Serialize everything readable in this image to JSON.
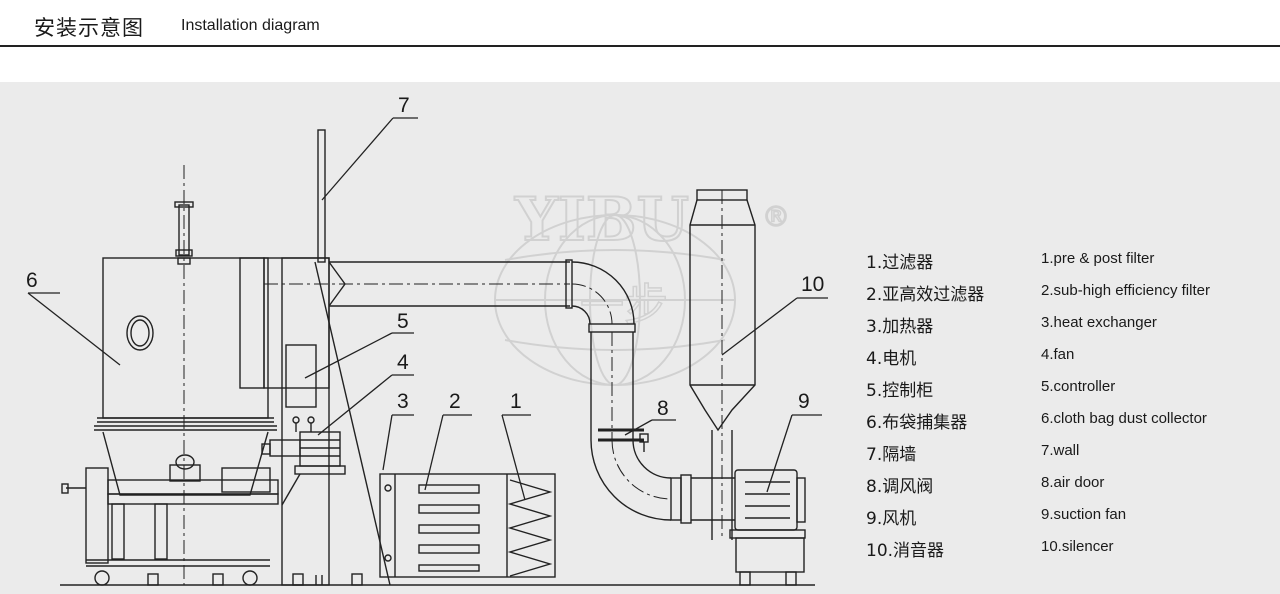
{
  "header": {
    "title_cn": "安装示意图",
    "title_en": "Installation diagram"
  },
  "watermark": {
    "text": "YIBU",
    "registered_mark": "®",
    "logo_char": "一步"
  },
  "callouts": [
    "1",
    "2",
    "3",
    "4",
    "5",
    "6",
    "7",
    "8",
    "9",
    "10"
  ],
  "legend": [
    {
      "cn": "1.过滤器",
      "en": "1.pre & post filter"
    },
    {
      "cn": "2.亚高效过滤器",
      "en": "2.sub-high efficiency filter"
    },
    {
      "cn": "3.加热器",
      "en": "3.heat exchanger"
    },
    {
      "cn": "4.电机",
      "en": "4.fan"
    },
    {
      "cn": "5.控制柜",
      "en": "5.controller"
    },
    {
      "cn": "6.布袋捕集器",
      "en": "6.cloth bag dust collector"
    },
    {
      "cn": "7.隔墙",
      "en": "7.wall"
    },
    {
      "cn": "8.调风阀",
      "en": "8.air door"
    },
    {
      "cn": "9.风机",
      "en": "9.suction fan"
    },
    {
      "cn": "10.消音器",
      "en": "10.silencer"
    }
  ]
}
